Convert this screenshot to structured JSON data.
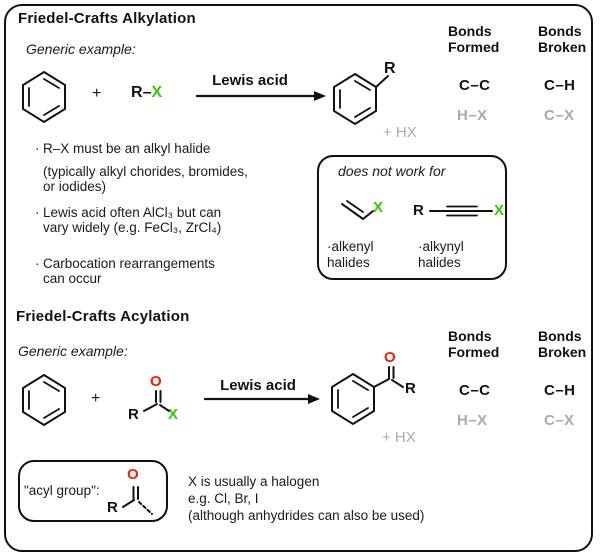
{
  "colors": {
    "halide_x_green": "#33cc00",
    "carbonyl_o_red": "#ee2200",
    "byproduct_gray": "#aaaaaa",
    "ink_black": "#111111"
  },
  "alkylation": {
    "title": "Friedel-Crafts Alkylation",
    "generic_label": "Generic example:",
    "plus": "+",
    "reagent": {
      "r": "R",
      "bond": "–",
      "x": "X"
    },
    "arrow_label": "Lewis acid",
    "product_r": "R",
    "byproduct": "+ HX",
    "bonds": {
      "formed_header": "Bonds\nFormed",
      "broken_header": "Bonds\nBroken",
      "formed_main": "C–C",
      "formed_secondary": "H–X",
      "broken_main": "C–H",
      "broken_secondary": "C–X"
    },
    "bullets": [
      {
        "dot": "·",
        "line1": "R–X must be an alkyl halide",
        "line2": "(typically alkyl chorides, bromides,",
        "line3": "or iodides)"
      },
      {
        "dot": "·",
        "line1": "Lewis acid often AlCl₃ but can",
        "line2": "vary widely (e.g. FeCl₃, ZrCl₄)"
      },
      {
        "dot": "·",
        "line1": "Carbocation rearrangements",
        "line2": "can occur"
      }
    ],
    "exclusion": {
      "title": "does not work for",
      "alkenyl_x": "X",
      "alkynyl_r": "R",
      "alkynyl_x": "X",
      "alkenyl_caption": "·alkenyl\nhalides",
      "alkynyl_caption": "·alkynyl\nhalides"
    }
  },
  "acylation": {
    "title": "Friedel-Crafts Acylation",
    "generic_label": "Generic example:",
    "plus": "+",
    "reagent": {
      "r": "R",
      "o": "O",
      "x": "X"
    },
    "arrow_label": "Lewis acid",
    "product": {
      "o": "O",
      "r": "R"
    },
    "byproduct": "+ HX",
    "bonds": {
      "formed_header": "Bonds\nFormed",
      "broken_header": "Bonds\nBroken",
      "formed_main": "C–C",
      "formed_secondary": "H–X",
      "broken_main": "C–H",
      "broken_secondary": "C–X"
    },
    "acyl_note": {
      "label": "\"acyl group\":",
      "r": "R",
      "o": "O",
      "line1": "X is usually a halogen",
      "line2": "e.g. Cl, Br, I",
      "line3": "(although anhydrides can also be used)"
    }
  }
}
